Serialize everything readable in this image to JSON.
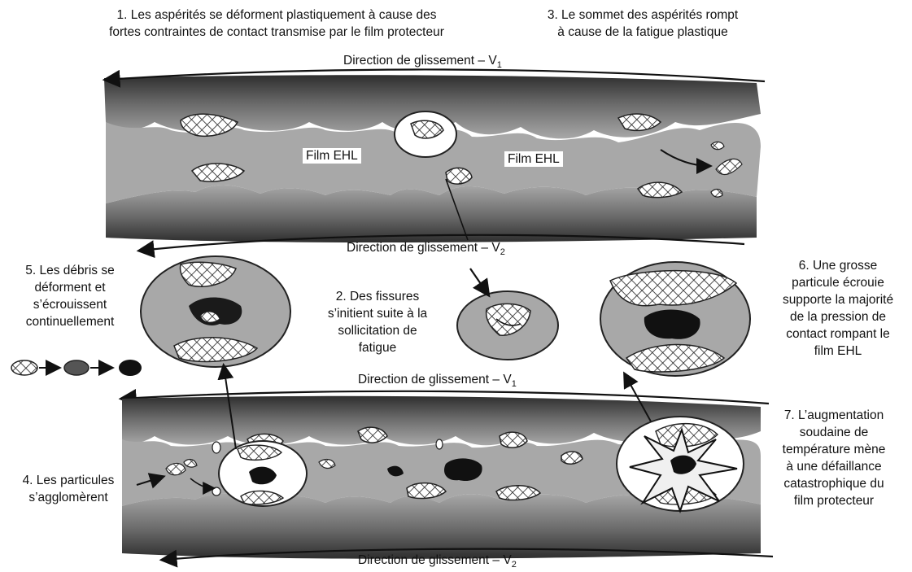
{
  "annotations": {
    "step1": "1. Les aspérités se déforment plastiquement à cause des\nfortes contraintes de contact transmise par le film protecteur",
    "step3": "3. Le sommet des aspérités rompt\nà cause de la fatigue plastique",
    "step5": "5. Les débris se\ndéforment et\ns’écrouissent\ncontinuellement",
    "step2": "2. Des fissures\ns’initient suite à la\nsollicitation de\nfatigue",
    "step6": "6. Une grosse\nparticule écrouie\nsupporte la majorité\nde la pression de\ncontact rompant le\nfilm EHL",
    "step4": "4. Les particules\ns’agglomèrent",
    "step7": "7. L’augmentation\nsoudaine de\ntempérature mène\nà une défaillance\ncatastrophique du\nfilm protecteur"
  },
  "direction_labels": {
    "text": "Direction de glissement –",
    "v1": "V",
    "v1_sub": "1",
    "v2": "V",
    "v2_sub": "2"
  },
  "film_labels": {
    "left": "Film EHL",
    "right": "Film EHL"
  },
  "colors": {
    "surface_gray": "#a8a8a8",
    "dark_edge": "#3a3a3a",
    "particle": "#1a1a1a",
    "hatch": "#222222"
  }
}
